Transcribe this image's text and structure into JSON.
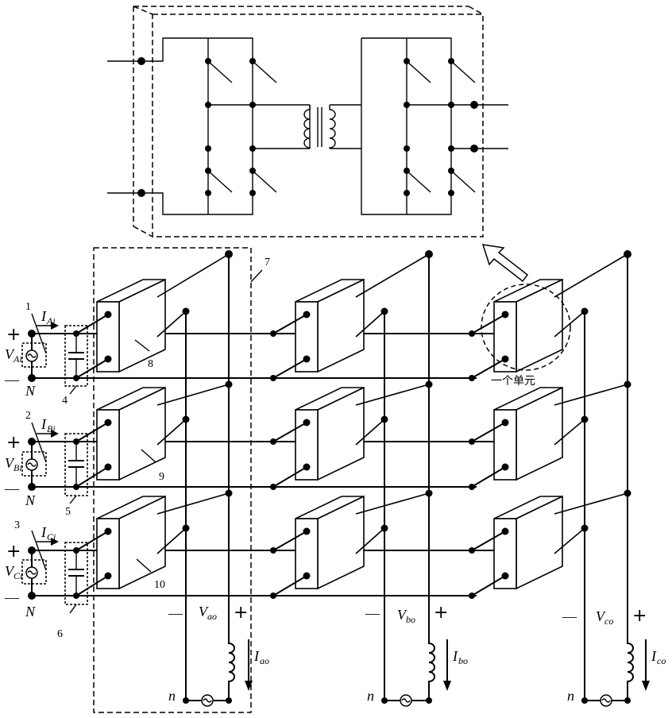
{
  "detail_box": {
    "label": ""
  },
  "inputs": [
    {
      "number": "1",
      "current": "I",
      "current_sub": "Ai",
      "voltage": "V",
      "voltage_sub": "Ai",
      "neutral": "N",
      "plus": "+",
      "minus": "—",
      "cap_number": "4",
      "module_number": "8"
    },
    {
      "number": "2",
      "current": "I",
      "current_sub": "Bi",
      "voltage": "V",
      "voltage_sub": "Bi",
      "neutral": "N",
      "plus": "+",
      "minus": "—",
      "cap_number": "5",
      "module_number": "9"
    },
    {
      "number": "3",
      "current": "I",
      "current_sub": "Ci",
      "voltage": "V",
      "voltage_sub": "Ci",
      "neutral": "N",
      "plus": "+",
      "minus": "—",
      "cap_number": "6",
      "module_number": "10"
    }
  ],
  "outputs": [
    {
      "voltage": "V",
      "voltage_sub": "ao",
      "current": "I",
      "current_sub": "ao",
      "neutral": "n",
      "minus": "—",
      "plus": "+"
    },
    {
      "voltage": "V",
      "voltage_sub": "bo",
      "current": "I",
      "current_sub": "bo",
      "neutral": "n",
      "minus": "—",
      "plus": "+"
    },
    {
      "voltage": "V",
      "voltage_sub": "co",
      "current": "I",
      "current_sub": "co",
      "neutral": "n",
      "minus": "—",
      "plus": "+"
    }
  ],
  "phase_box_number": "7",
  "unit_label": "一个单元",
  "colors": {
    "line": "#000000",
    "background": "#ffffff"
  }
}
